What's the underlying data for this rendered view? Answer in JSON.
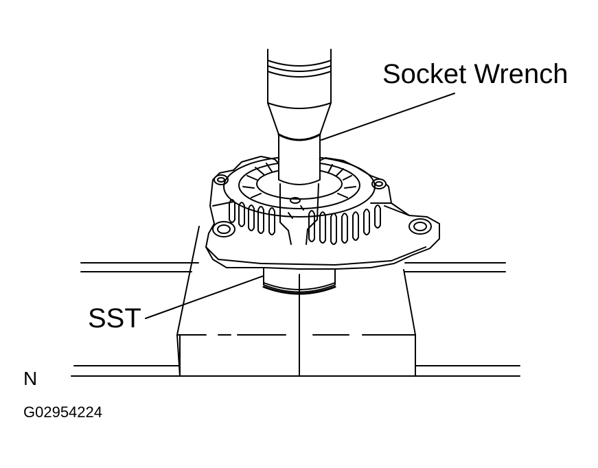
{
  "figure": {
    "labels": {
      "socket_wrench": "Socket Wrench",
      "sst": "SST",
      "marker": "N",
      "figure_code": "G02954224"
    },
    "parts": {
      "socket": "socket-wrench",
      "alternator": "alternator",
      "tool": "sst",
      "support": "support-blocks"
    },
    "colors": {
      "line": "#000000",
      "background": "#ffffff"
    }
  }
}
